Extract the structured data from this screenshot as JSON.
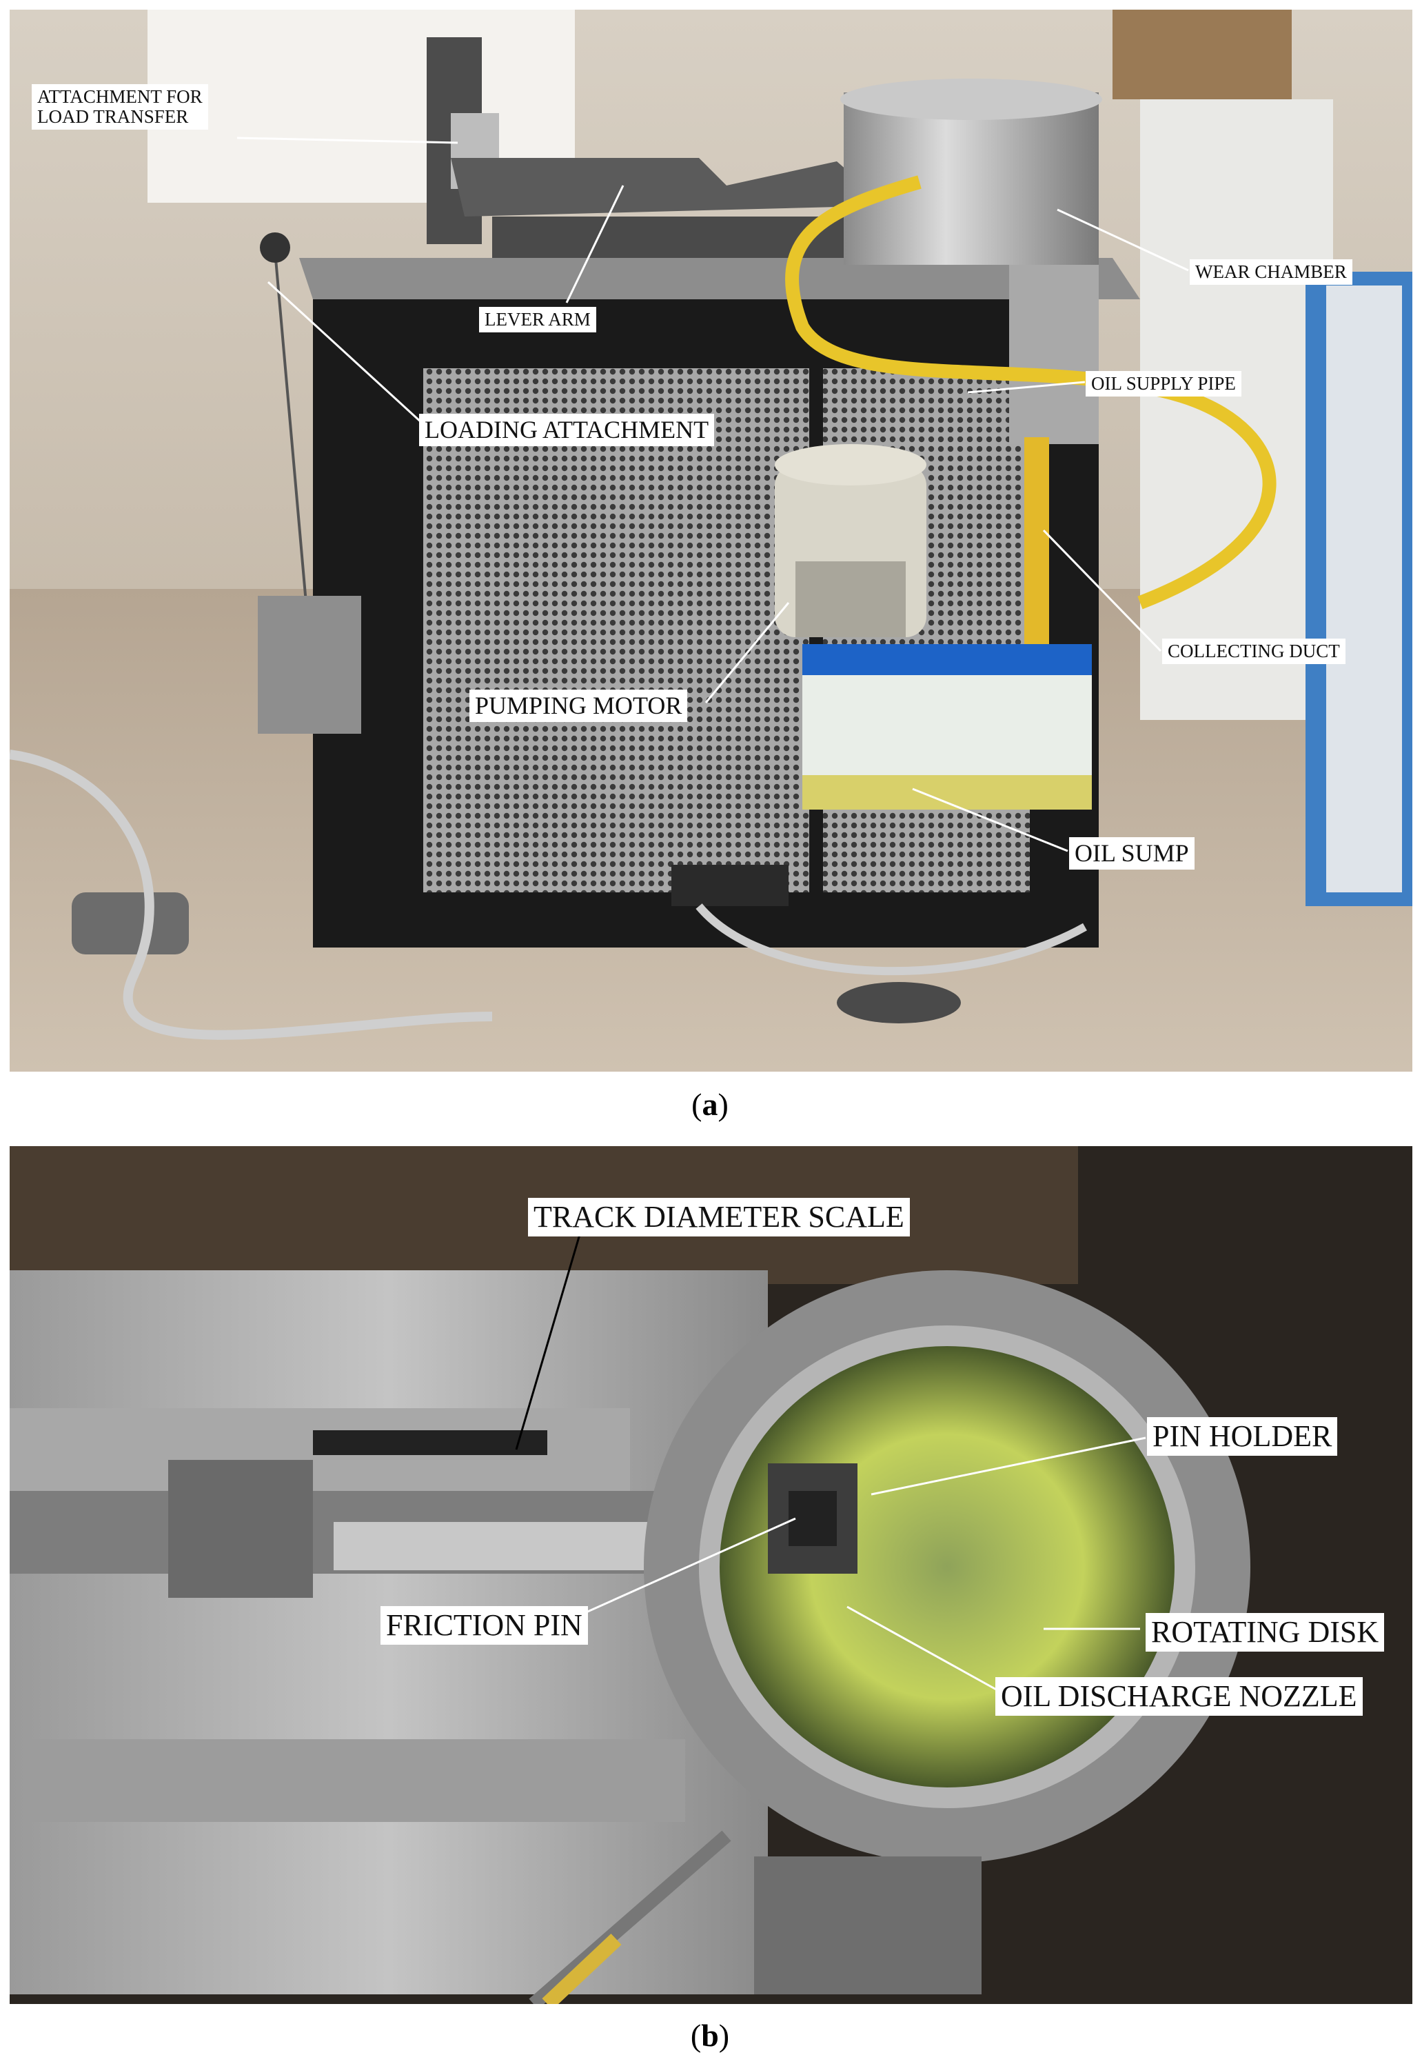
{
  "panel_a": {
    "caption_letter": "a",
    "labels": {
      "attachment_for_load_transfer_line1": "ATTACHMENT FOR",
      "attachment_for_load_transfer_line2": "LOAD TRANSFER",
      "lever_arm": "LEVER ARM",
      "loading_attachment": "LOADING ATTACHMENT",
      "wear_chamber": "WEAR CHAMBER",
      "oil_supply_pipe": "OIL SUPPLY PIPE",
      "collecting_duct": "COLLECTING DUCT",
      "pumping_motor": "PUMPING MOTOR",
      "oil_sump": "OIL SUMP"
    }
  },
  "panel_b": {
    "caption_letter": "b",
    "labels": {
      "track_diameter_scale": "TRACK DIAMETER SCALE",
      "pin_holder": "PIN HOLDER",
      "friction_pin": "FRICTION PIN",
      "rotating_disk": "ROTATING DISK",
      "oil_discharge_nozzle": "OIL DISCHARGE NOZZLE"
    }
  },
  "colors": {
    "label_background": "#ffffff",
    "leader_line": "#ffffff",
    "oil_pipe": "#e8c52a",
    "oil": "#c9d24a",
    "cabinet": "#1a1a1a"
  }
}
